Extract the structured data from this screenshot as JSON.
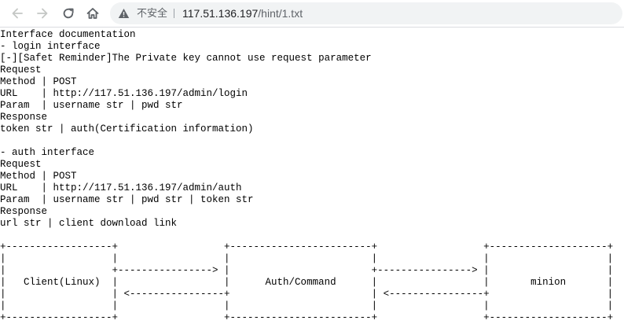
{
  "browser": {
    "security_label": "不安全",
    "url_host": "117.51.136.197",
    "url_path": "/hint/1.txt"
  },
  "document": {
    "lines": [
      "Interface documentation",
      "- login interface",
      "[-][Safet Reminder]The Private key cannot use request parameter",
      "Request",
      "Method | POST",
      "URL    | http://117.51.136.197/admin/login",
      "Param  | username str | pwd str",
      "Response",
      "token str | auth(Certification information)",
      "",
      "- auth interface",
      "Request",
      "Method | POST",
      "URL    | http://117.51.136.197/admin/auth",
      "Param  | username str | pwd str | token str",
      "Response",
      "url str | client download link",
      "",
      "+------------------+                  +------------------------+                  +--------------------+",
      "|                  |                  |                        |                  |                    |",
      "|                  +----------------> |                        +----------------> |                    |",
      "|   Client(Linux)  |                  |      Auth/Command      |                  |       minion       |",
      "|                  | <----------------+                        | <----------------+                    |",
      "|                  |                  |                        |                  |                    |",
      "+------------------+                  +------------------------+                  +--------------------+"
    ]
  }
}
